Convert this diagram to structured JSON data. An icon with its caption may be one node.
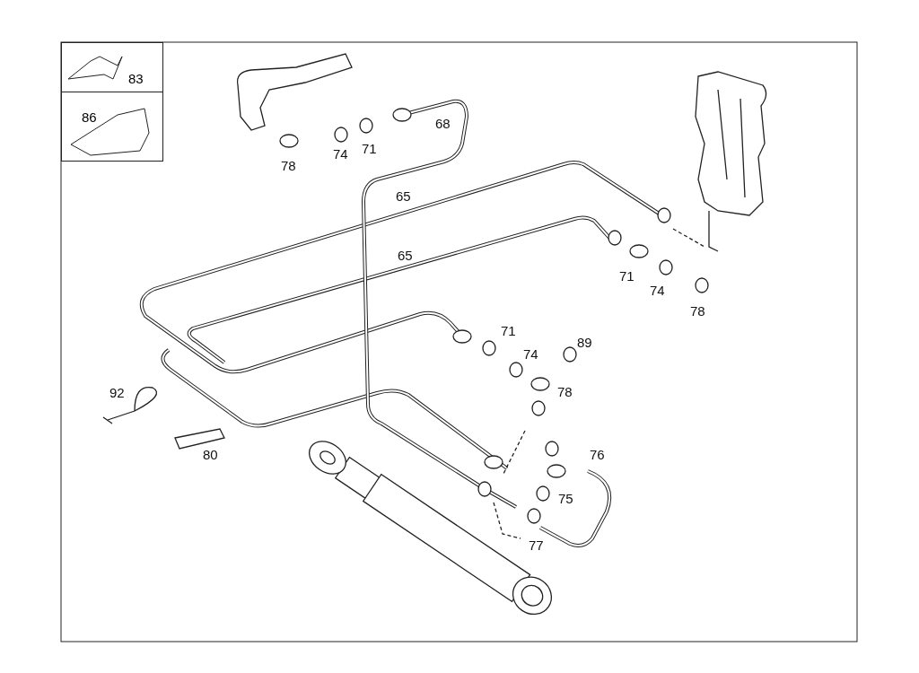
{
  "diagram": {
    "nodes": [
      {
        "text": [
          "83"
        ]
      },
      {
        "text": [
          "86"
        ]
      }
    ],
    "labels": [
      "68",
      "71",
      "74",
      "78",
      "65",
      "65",
      "71",
      "74",
      "78",
      "71",
      "89",
      "74",
      "78",
      "92",
      "80",
      "76",
      "75",
      "77"
    ]
  }
}
